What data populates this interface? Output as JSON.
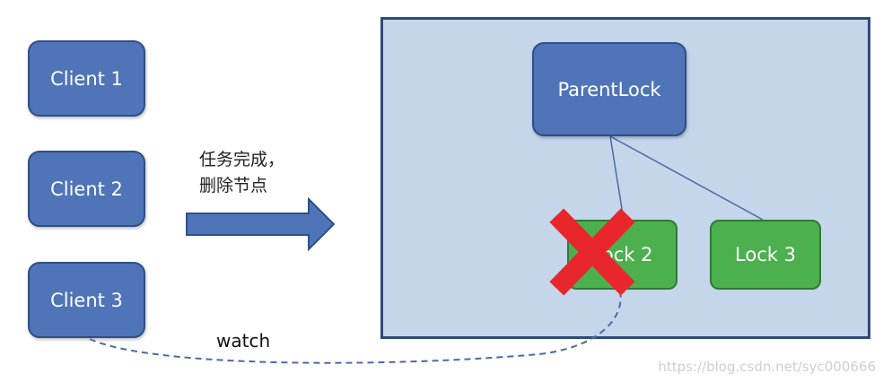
{
  "clients": [
    "Client 1",
    "Client 2",
    "Client 3"
  ],
  "caption": [
    "任务完成，",
    "删除节点"
  ],
  "server": {
    "parent": "ParentLock",
    "lock2": "Lock 2",
    "lock3": "Lock 3"
  },
  "watch_label": "watch",
  "watermark": "https://blog.csdn.net/syc000666",
  "colors": {
    "node_blue": "#4f74b7",
    "lock_green": "#4db04f",
    "server_bg": "#c5d5ea",
    "delete_red": "#e8262b"
  }
}
